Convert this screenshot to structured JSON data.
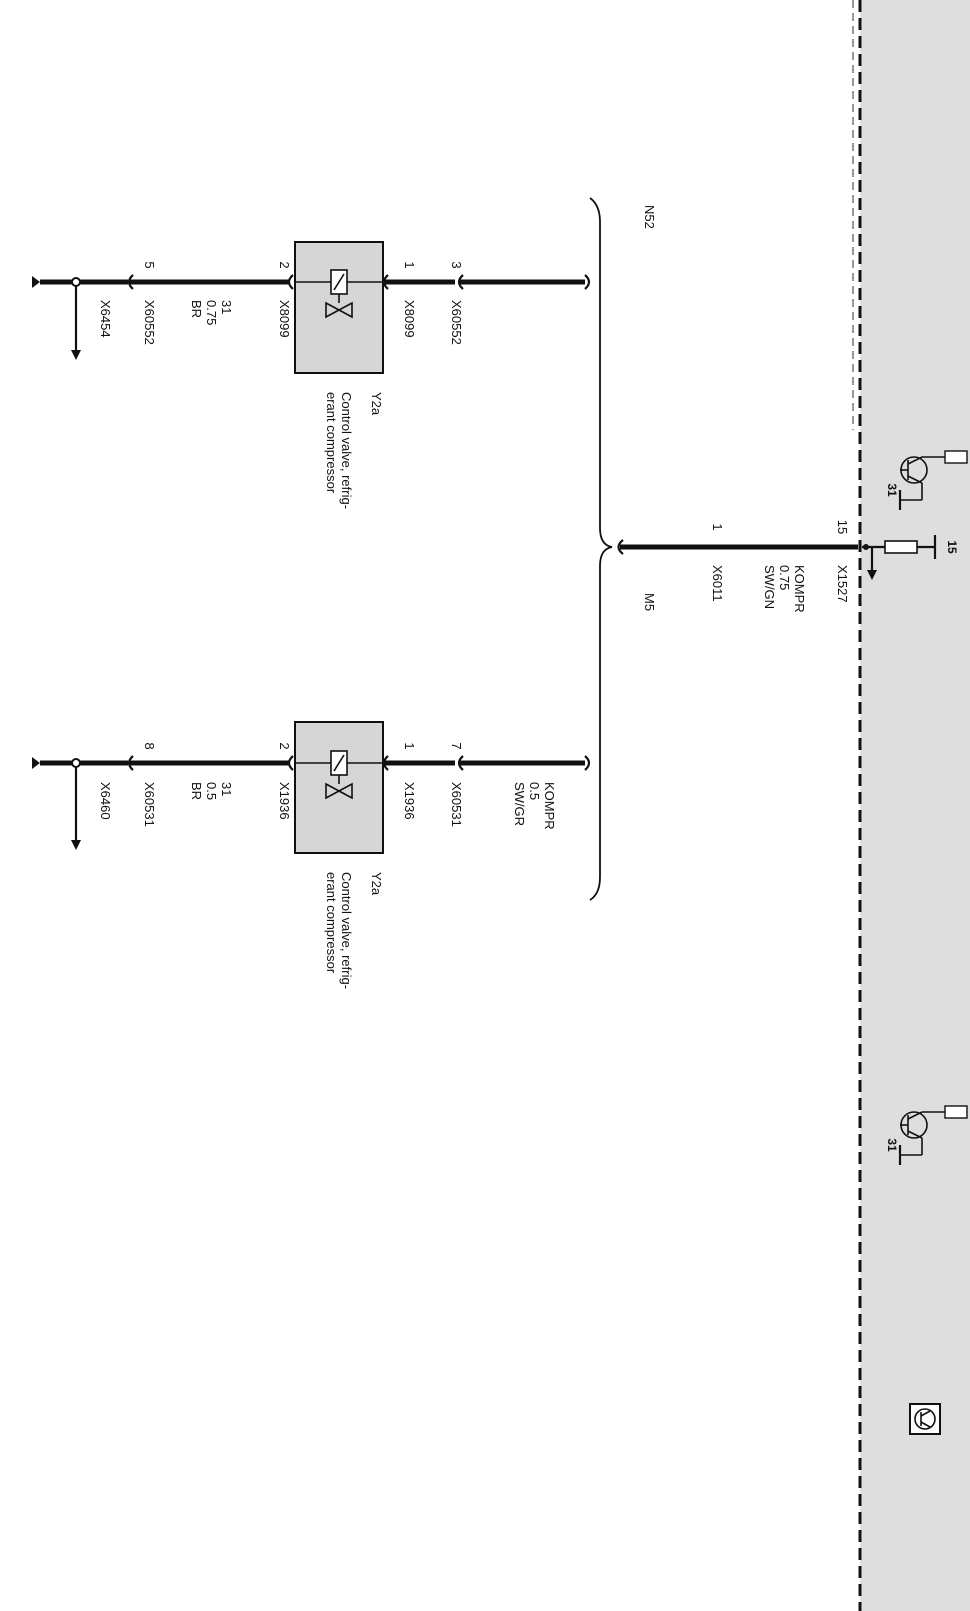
{
  "colors": {
    "module_fill": "#dedede",
    "box_fill": "#d6d6d6",
    "line": "#111111"
  },
  "brackets": {
    "top": "N52",
    "bottom": "M5"
  },
  "module": {
    "connector": "X1527",
    "pin": "15",
    "signal": "KOMPR",
    "size": "0.75",
    "color": "SW/GN",
    "supply_label": "15",
    "ground_label_1": "31",
    "ground_label_2": "31",
    "module_icon": "control-unit-icon"
  },
  "splice": {
    "connector": "X6011",
    "pin": "1"
  },
  "valve_a": {
    "id": "Y2a",
    "desc_line1": "Control valve, refrig-",
    "desc_line2": "erant compressor",
    "pin_in": "1",
    "conn_in": "X8099",
    "pin_out": "2",
    "conn_out": "X8099",
    "pin_inline": "3",
    "conn_inline": "X60552",
    "pin_ground": "5",
    "conn_ground": "X60552",
    "ground_wire": "31",
    "ground_size": "0.75",
    "ground_color": "BR",
    "ground_point": "X6454"
  },
  "valve_b": {
    "id": "Y2a",
    "desc_line1": "Control valve, refrig-",
    "desc_line2": "erant compressor",
    "signal": "KOMPR",
    "size": "0.5",
    "color": "SW/GR",
    "pin_in": "1",
    "conn_in": "X1936",
    "pin_out": "2",
    "conn_out": "X1936",
    "pin_inline": "7",
    "conn_inline": "X60531",
    "pin_ground": "8",
    "conn_ground": "X60531",
    "ground_wire": "31",
    "ground_size": "0.5",
    "ground_color": "BR",
    "ground_point": "X6460"
  }
}
